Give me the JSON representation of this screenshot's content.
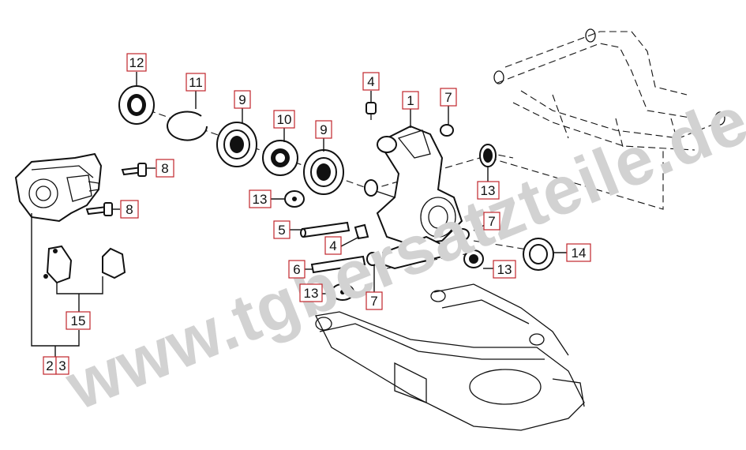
{
  "watermark": "www.tgbersatzteile.de",
  "colors": {
    "label_border": "#c0262b",
    "line": "#111111",
    "watermark": "#d2d2d2"
  },
  "callouts": [
    {
      "id": "c12",
      "text": "12"
    },
    {
      "id": "c11",
      "text": "11"
    },
    {
      "id": "c9a",
      "text": "9"
    },
    {
      "id": "c10",
      "text": "10"
    },
    {
      "id": "c9b",
      "text": "9"
    },
    {
      "id": "c4a",
      "text": "4"
    },
    {
      "id": "c1",
      "text": "1"
    },
    {
      "id": "c7a",
      "text": "7"
    },
    {
      "id": "c8a",
      "text": "8"
    },
    {
      "id": "c8b",
      "text": "8"
    },
    {
      "id": "c13a",
      "text": "13"
    },
    {
      "id": "c13b",
      "text": "13"
    },
    {
      "id": "c5",
      "text": "5"
    },
    {
      "id": "c7b",
      "text": "7"
    },
    {
      "id": "c4b",
      "text": "4"
    },
    {
      "id": "c14",
      "text": "14"
    },
    {
      "id": "c6",
      "text": "6"
    },
    {
      "id": "c13c",
      "text": "13"
    },
    {
      "id": "c13d",
      "text": "13"
    },
    {
      "id": "c7c",
      "text": "7"
    },
    {
      "id": "c15",
      "text": "15"
    },
    {
      "id": "c2",
      "text": "2"
    },
    {
      "id": "c3",
      "text": "3"
    }
  ]
}
